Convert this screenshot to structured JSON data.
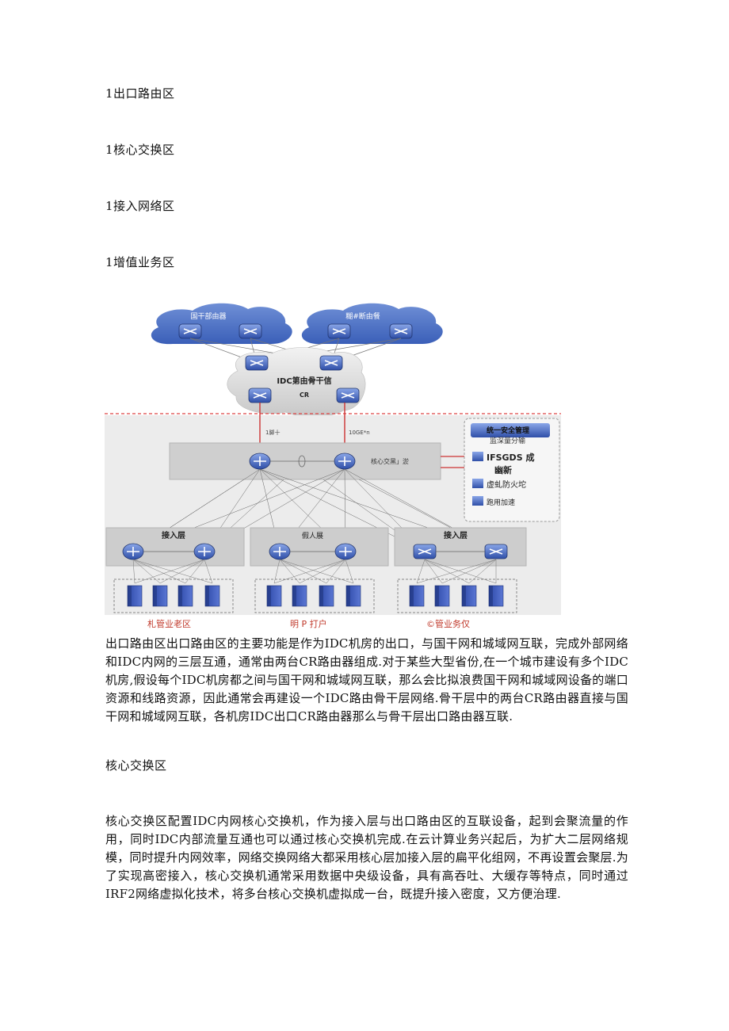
{
  "list": [
    "1出口路由区",
    "1核心交换区",
    "1接入网络区",
    "1增值业务区"
  ],
  "diagram": {
    "cloud_left": "国干部由器",
    "cloud_right": "糊#断由餐",
    "backbone_line1": "IDC第由骨干信",
    "backbone_line2": "CR",
    "link_left": "1脚十",
    "link_right": "10GE*n",
    "core_label": "核心交黑」淤",
    "security_title": "统一安全管理",
    "security_sub": "监深量分输",
    "ifs_line1": "IFSGDS 成",
    "ifs_line2": "幽新",
    "firewall": "虚虬防火坨",
    "accel": "跑用加速",
    "access_left": "接入层",
    "access_mid": "假人展",
    "access_right": "接入层",
    "cap_left": "札管业老区",
    "cap_mid": "明 P 打户",
    "cap_right": "©管业务仅"
  },
  "para1": "出口路由区出口路由区的主要功能是作为IDC机房的出口，与国干网和城域网互联，完成外部网络和IDC内网的三层互通，通常由两台CR路由器组成.对于某些大型省份,在一个城市建设有多个IDC机房,假设每个IDC机房都之间与国干网和城域网互联，那么会比拟浪费国干网和城域网设备的端口资源和线路资源，因此通常会再建设一个IDC路由骨干层网络.骨干层中的两台CR路由器直接与国干网和城域网互联，各机房IDC出口CR路由器那么与骨干层出口路由器互联.",
  "heading2": "核心交换区",
  "para2": "核心交换区配置IDC内网核心交换机，作为接入层与出口路由区的互联设备，起到会聚流量的作用，同时IDC内部流量互通也可以通过核心交换机完成.在云计算业务兴起后，为扩大二层网络规模，同时提升内网效率，网络交换网络大都采用核心层加接入层的扁平化组网，不再设置会聚层.为了实现高密接入，核心交换机通常采用数据中央级设备，具有高吞吐、大缓存等特点，同时通过IRF2网络虚拟化技术，将多台核心交换机虚拟成一台，既提升接入密度，又方便治理."
}
